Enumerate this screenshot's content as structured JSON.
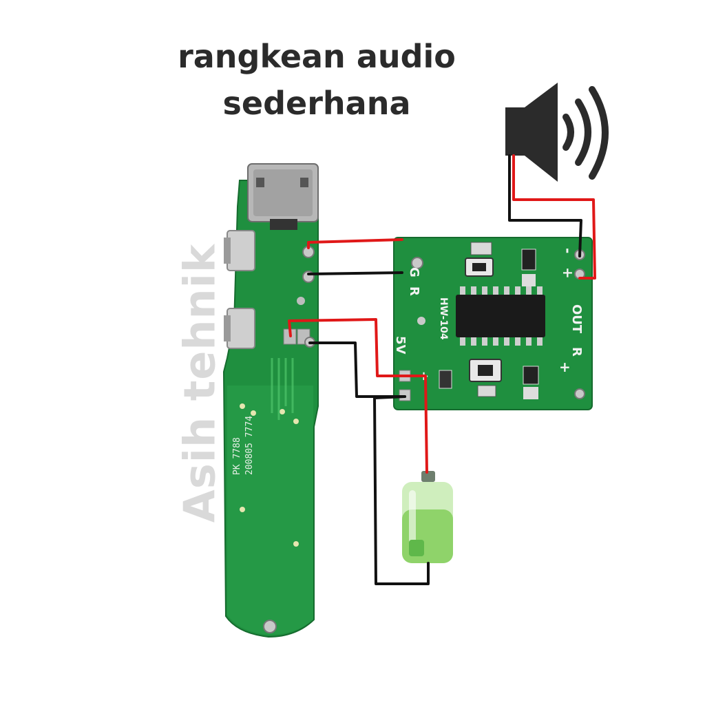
{
  "title": {
    "line1": "rangkean audio",
    "line2": "sederhana"
  },
  "watermark": "Asih tehnik",
  "charger_board": {
    "silk_text_1": "PK 7788",
    "silk_text_2": "200805 7774"
  },
  "amp_board": {
    "label_g": "G",
    "label_r": "R",
    "label_5v": "5V",
    "label_plus": "+",
    "label_minus": "-",
    "label_out": "OUT",
    "label_r_out": "R",
    "chip_label": "HW-104"
  },
  "colors": {
    "pcb_green": "#1f8f3f",
    "wire_red": "#e01818",
    "wire_black": "#111111",
    "battery_green": "#8fd36a"
  },
  "icons": [
    "speaker-icon",
    "battery-icon"
  ]
}
